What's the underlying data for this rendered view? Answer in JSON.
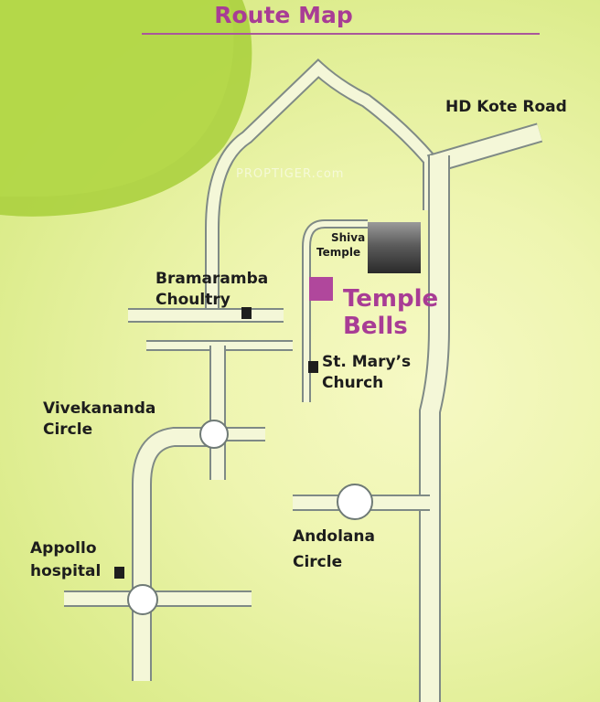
{
  "title": "Route Map",
  "watermark": "PROPTIGER.com",
  "project": {
    "line1": "Temple",
    "line2": "Bells",
    "color": "#a83c95"
  },
  "labels": {
    "hd_kote_road": "HD Kote Road",
    "shiva_temple_1": "Shiva",
    "shiva_temple_2": "Temple",
    "bramaramba_1": "Bramaramba",
    "bramaramba_2": "Choultry",
    "st_marys_1": "St. Mary’s",
    "st_marys_2": "Church",
    "vivekananda_1": "Vivekananda",
    "vivekananda_2": "Circle",
    "andolana_1": "Andolana",
    "andolana_2": "Circle",
    "appollo_1": "Appollo",
    "appollo_2": "hospital"
  },
  "colors": {
    "road_edge": "#7f8a86",
    "road_fill": "#f4f7d8",
    "landmark_marker": "#1e1e1e",
    "title_color": "#a83c95"
  }
}
